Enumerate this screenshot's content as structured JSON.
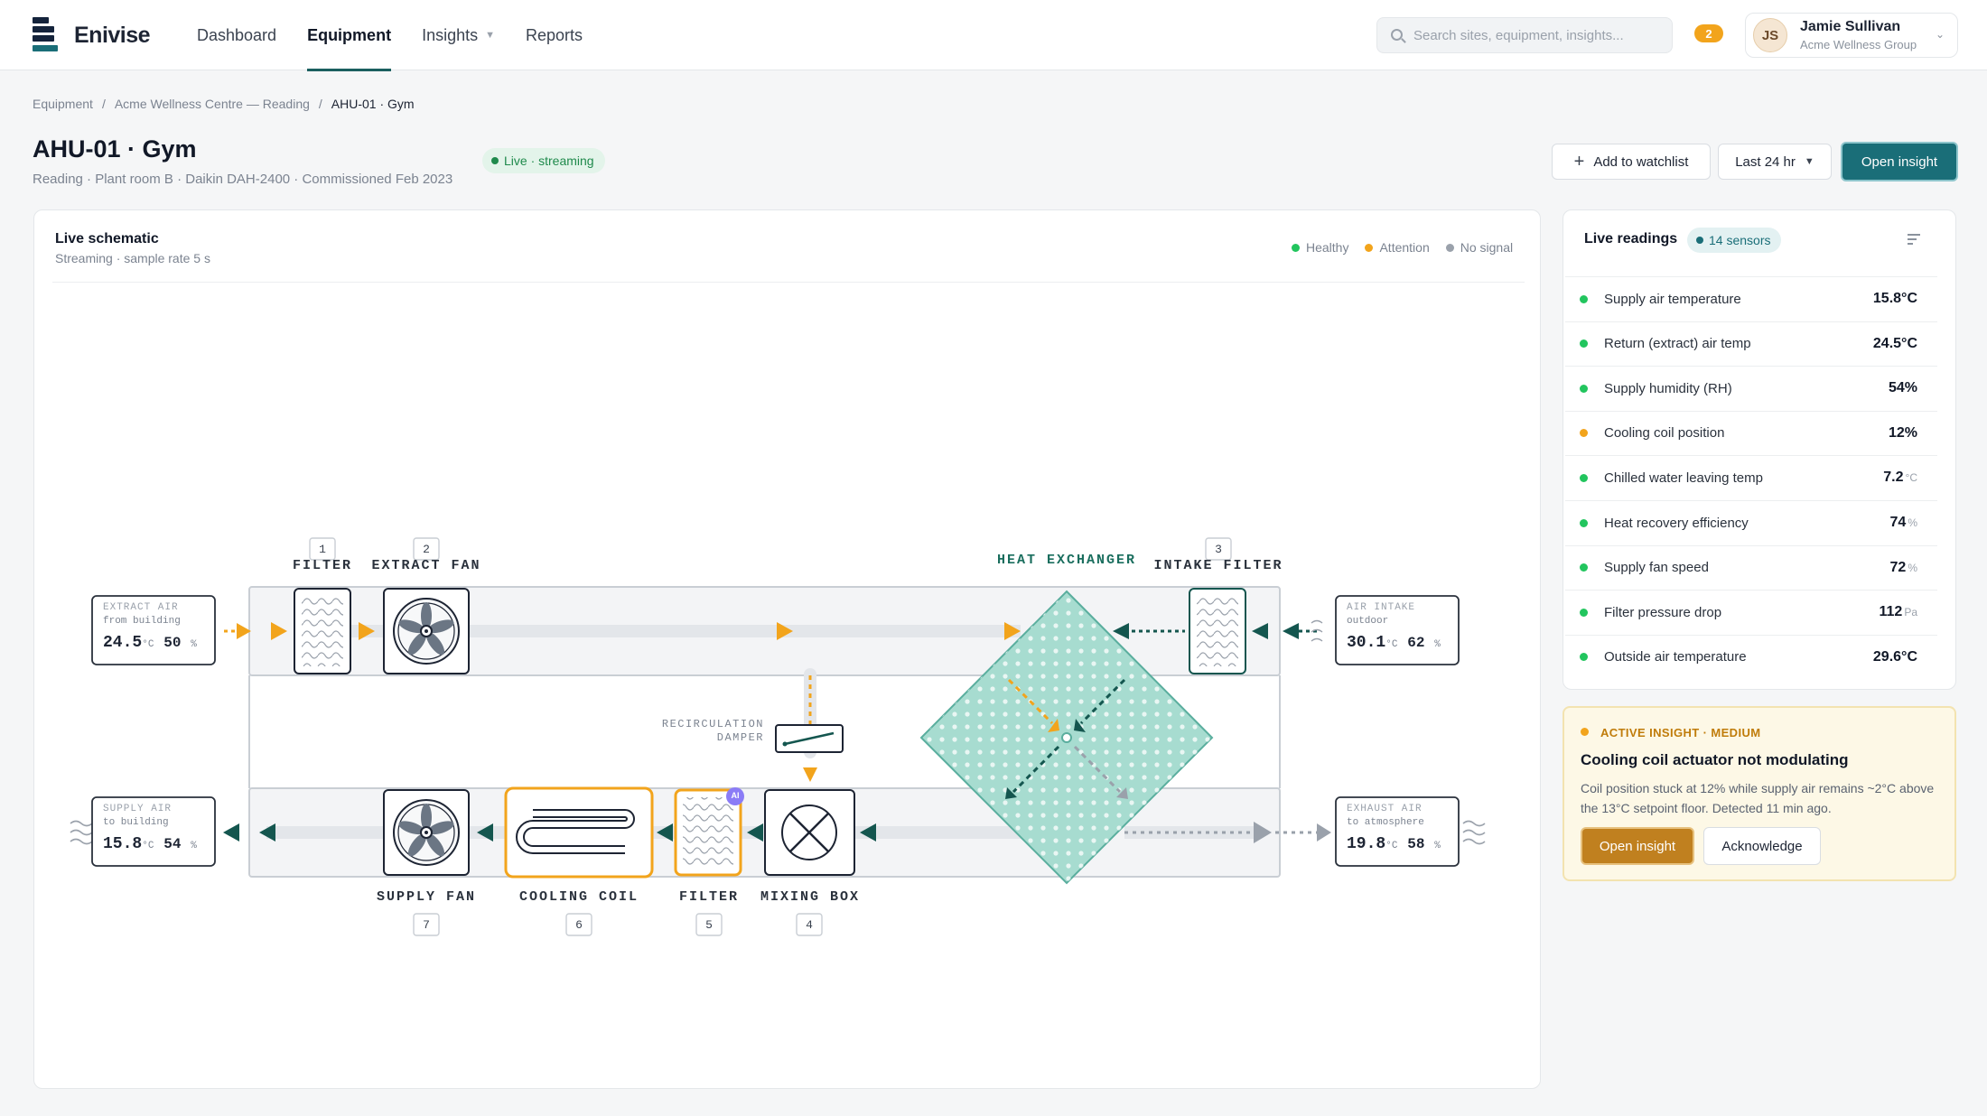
{
  "app": {
    "name": "Enivise"
  },
  "nav": [
    {
      "label": "Dashboard"
    },
    {
      "label": "Equipment",
      "active": true
    },
    {
      "label": "Insights",
      "has_dropdown": true
    },
    {
      "label": "Reports"
    }
  ],
  "search": {
    "placeholder": "Search sites, equipment, insights..."
  },
  "notifications": {
    "count": "2"
  },
  "user": {
    "initials": "JS",
    "name": "Jamie Sullivan",
    "org": "Acme Wellness Group"
  },
  "breadcrumb": [
    "Equipment",
    "Acme Wellness Centre — Reading",
    "AHU-01 · Gym"
  ],
  "page": {
    "title": "AHU-01 · Gym",
    "subtitle": "Reading · Plant room B · Daikin DAH-2400 · Commissioned Feb 2023",
    "status": "Live · streaming"
  },
  "actions": {
    "watchlist": "Add to watchlist",
    "range": "Last 24 hr",
    "open_insight": "Open insight"
  },
  "schematic": {
    "title": "Live schematic",
    "subtitle": "Streaming · sample rate 5 s",
    "legend": [
      {
        "label": "Healthy",
        "color": "#22c55e"
      },
      {
        "label": "Attention",
        "color": "#f2a41c"
      },
      {
        "label": "No signal",
        "color": "#9aa1ab"
      }
    ],
    "components": {
      "filter_top": {
        "num": "1",
        "label": "FILTER"
      },
      "extract_fan": {
        "num": "2",
        "label": "EXTRACT FAN"
      },
      "heat_exchanger": {
        "label": "HEAT EXCHANGER"
      },
      "intake_filter": {
        "num": "3",
        "label": "INTAKE FILTER"
      },
      "recirc": {
        "line1": "RECIRCULATION",
        "line2": "DAMPER"
      },
      "supply_fan": {
        "num": "7",
        "label": "SUPPLY FAN"
      },
      "cooling_coil": {
        "num": "6",
        "label": "COOLING COIL"
      },
      "filter_bottom": {
        "num": "5",
        "label": "FILTER",
        "badge": "AI"
      },
      "mixing_box": {
        "num": "4",
        "label": "MIXING BOX"
      }
    },
    "boxes": {
      "extract": {
        "l1": "EXTRACT AIR",
        "l2": "from building",
        "temp": "24.5",
        "temp_unit": "°C",
        "rh": "50",
        "rh_unit": "%"
      },
      "intake": {
        "l1": "AIR INTAKE",
        "l2": "outdoor",
        "temp": "30.1",
        "temp_unit": "°C",
        "rh": "62",
        "rh_unit": "%"
      },
      "supply": {
        "l1": "SUPPLY AIR",
        "l2": "to building",
        "temp": "15.8",
        "temp_unit": "°C",
        "rh": "54",
        "rh_unit": "%"
      },
      "exhaust": {
        "l1": "EXHAUST AIR",
        "l2": "to atmosphere",
        "temp": "19.8",
        "temp_unit": "°C",
        "rh": "58",
        "rh_unit": "%"
      }
    }
  },
  "readings": {
    "title": "Live readings",
    "count": "14 sensors",
    "items": [
      {
        "label": "Supply air temperature",
        "value": "15.8°C",
        "unit": "",
        "status": "#22c55e"
      },
      {
        "label": "Return (extract) air temp",
        "value": "24.5°C",
        "unit": "",
        "status": "#22c55e"
      },
      {
        "label": "Supply humidity (RH)",
        "value": "54%",
        "unit": "",
        "status": "#22c55e"
      },
      {
        "label": "Cooling coil position",
        "value": "12%",
        "unit": "",
        "status": "#f2a41c"
      },
      {
        "label": "Chilled water leaving temp",
        "value": "7.2",
        "unit": "°C",
        "status": "#22c55e"
      },
      {
        "label": "Heat recovery efficiency",
        "value": "74",
        "unit": "%",
        "status": "#22c55e"
      },
      {
        "label": "Supply fan speed",
        "value": "72",
        "unit": "%",
        "status": "#22c55e"
      },
      {
        "label": "Filter pressure drop",
        "value": "112",
        "unit": "Pa",
        "status": "#22c55e"
      },
      {
        "label": "Outside air temperature",
        "value": "29.6°C",
        "unit": "",
        "status": "#22c55e"
      }
    ]
  },
  "insight": {
    "tag": "ACTIVE INSIGHT · MEDIUM",
    "title": "Cooling coil actuator not modulating",
    "body": "Coil position stuck at 12% while supply air remains ~2°C above the 13°C setpoint floor. Detected 11 min ago.",
    "primary": "Open insight",
    "secondary": "Acknowledge"
  }
}
